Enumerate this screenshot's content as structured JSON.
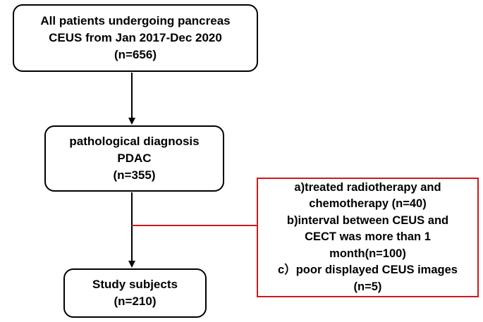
{
  "boxes": {
    "all_patients": {
      "line1": "All patients undergoing pancreas",
      "line2": "CEUS from Jan 2017-Dec 2020",
      "line3": "(n=656)"
    },
    "pathological": {
      "line1": "pathological diagnosis",
      "line2": "PDAC",
      "line3": "(n=355)"
    },
    "study": {
      "line1": "Study subjects",
      "line2": "(n=210)"
    },
    "exclusion": {
      "line1": "a)treated radiotherapy and",
      "line2": "chemotherapy (n=40)",
      "line3": "b)interval between CEUS and",
      "line4": "CECT was more than 1",
      "line5": "month(n=100)",
      "line6": "c）poor displayed CEUS images",
      "line7": "(n=5)"
    }
  },
  "colors": {
    "box_border": "#000000",
    "exclusion_border": "#d11a1a",
    "arrow": "#000000",
    "exclusion_connector": "#d11a1a"
  }
}
